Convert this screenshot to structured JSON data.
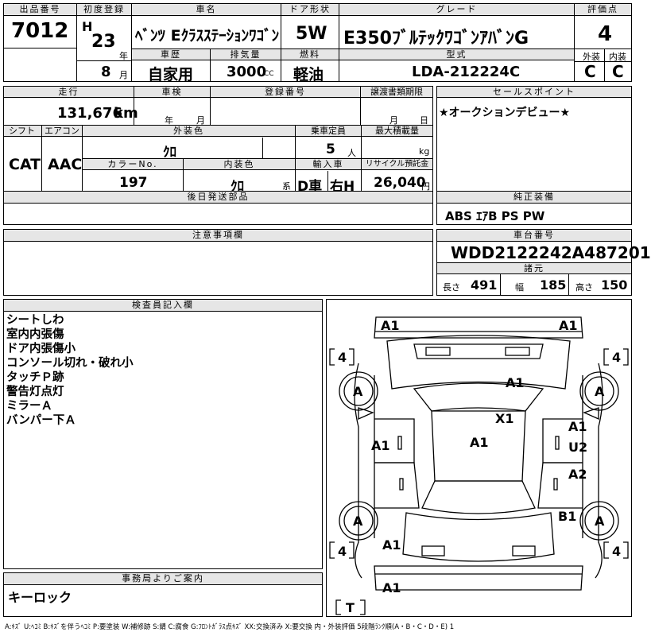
{
  "header": {
    "lot_label": "出品番号",
    "lot_value": "7012",
    "first_reg_label": "初度登録",
    "era": "H",
    "year": "23",
    "year_unit": "年",
    "month": "8",
    "month_unit": "月",
    "car_name_label": "車名",
    "car_name": "ﾍﾞﾝﾂ Eｸﾗｽｽﾃｰｼｮﾝﾜｺﾞﾝ",
    "door_label": "ドア形状",
    "door": "5W",
    "grade_label": "グレード",
    "grade": "E350ﾌﾞﾙﾃｯｸﾜｺﾞﾝｱﾊﾞﾝG",
    "score_label": "評価点",
    "score": "4",
    "history_label": "車歴",
    "history": "自家用",
    "displacement_label": "排気量",
    "displacement": "3000",
    "displacement_unit": "CC",
    "fuel_label": "燃料",
    "fuel": "軽油",
    "model_label": "型式",
    "model": "LDA-212224C",
    "ext_label": "外装",
    "ext": "C",
    "int_label": "内装",
    "int": "C"
  },
  "row2": {
    "mileage_label": "走行",
    "mileage": "131,676",
    "mileage_unit": "km",
    "inspection_label": "車検",
    "insp_year_unit": "年",
    "insp_month_unit": "月",
    "reg_label": "登録番号",
    "transfer_label": "譲渡書類期限",
    "transfer_month": "月",
    "transfer_day": "日",
    "sales_label": "セールスポイント",
    "sales": "★オークションデビュー★"
  },
  "row3": {
    "shift_label": "シフト",
    "shift": "CAT",
    "ac_label": "エアコン",
    "ac": "AAC",
    "ext_color_label": "外装色",
    "ext_color": "ｸﾛ",
    "capacity_label": "乗車定員",
    "capacity": "5",
    "capacity_unit": "人",
    "loadmax_label": "最大積載量",
    "loadmax_unit": "kg",
    "colorno_label": "カラーNo.",
    "colorno": "197",
    "int_color_label": "内装色",
    "int_color": "ｸﾛ",
    "int_color_unit": "系",
    "import_label": "輸入車",
    "import_d": "D車",
    "import_h": "右H",
    "recycle_label": "リサイクル預託金",
    "recycle": "26,040",
    "recycle_unit": "円"
  },
  "later_parts_label": "後日発送部品",
  "equipment_label": "純正装備",
  "equipment": "ABS ｴｱB PS PW",
  "notes_label": "注意事項欄",
  "chassis_label": "車台番号",
  "chassis": "WDD2122242A487201",
  "dims_label": "諸元",
  "length_label": "長さ",
  "length": "491",
  "width_label": "幅",
  "width": "185",
  "height_label": "高さ",
  "height": "150",
  "inspector_label": "検査員記入欄",
  "inspector_notes": [
    "シートしわ",
    "室内内張傷",
    "ドア内張傷小",
    "コンソール切れ・破れ小",
    "タッチＰ跡",
    "警告灯点灯",
    "ミラーＡ",
    "バンパー下Ａ"
  ],
  "office_label": "事務局よりご案内",
  "office_note": "キーロック",
  "diagram": {
    "marks": [
      "A1",
      "A1",
      "4",
      "4",
      "A",
      "A",
      "A1",
      "X1",
      "A1",
      "A1",
      "U2",
      "A1",
      "A2",
      "A",
      "B1",
      "A",
      "4",
      "A1",
      "4",
      "A1",
      "T"
    ]
  },
  "legend": "A:ｷｽﾞ U:ﾍｺﾐ B:ｷｽﾞを伴うﾍｺﾐ P:要塗装 W:補修跡 S:錆 C:腐食 G:ﾌﾛﾝﾄｶﾞﾗｽ点ｷｽﾞ XX:交換済み X:要交換 内・外装評価 5段階ﾗﾝｸ順(A・B・C・D・E) 1"
}
